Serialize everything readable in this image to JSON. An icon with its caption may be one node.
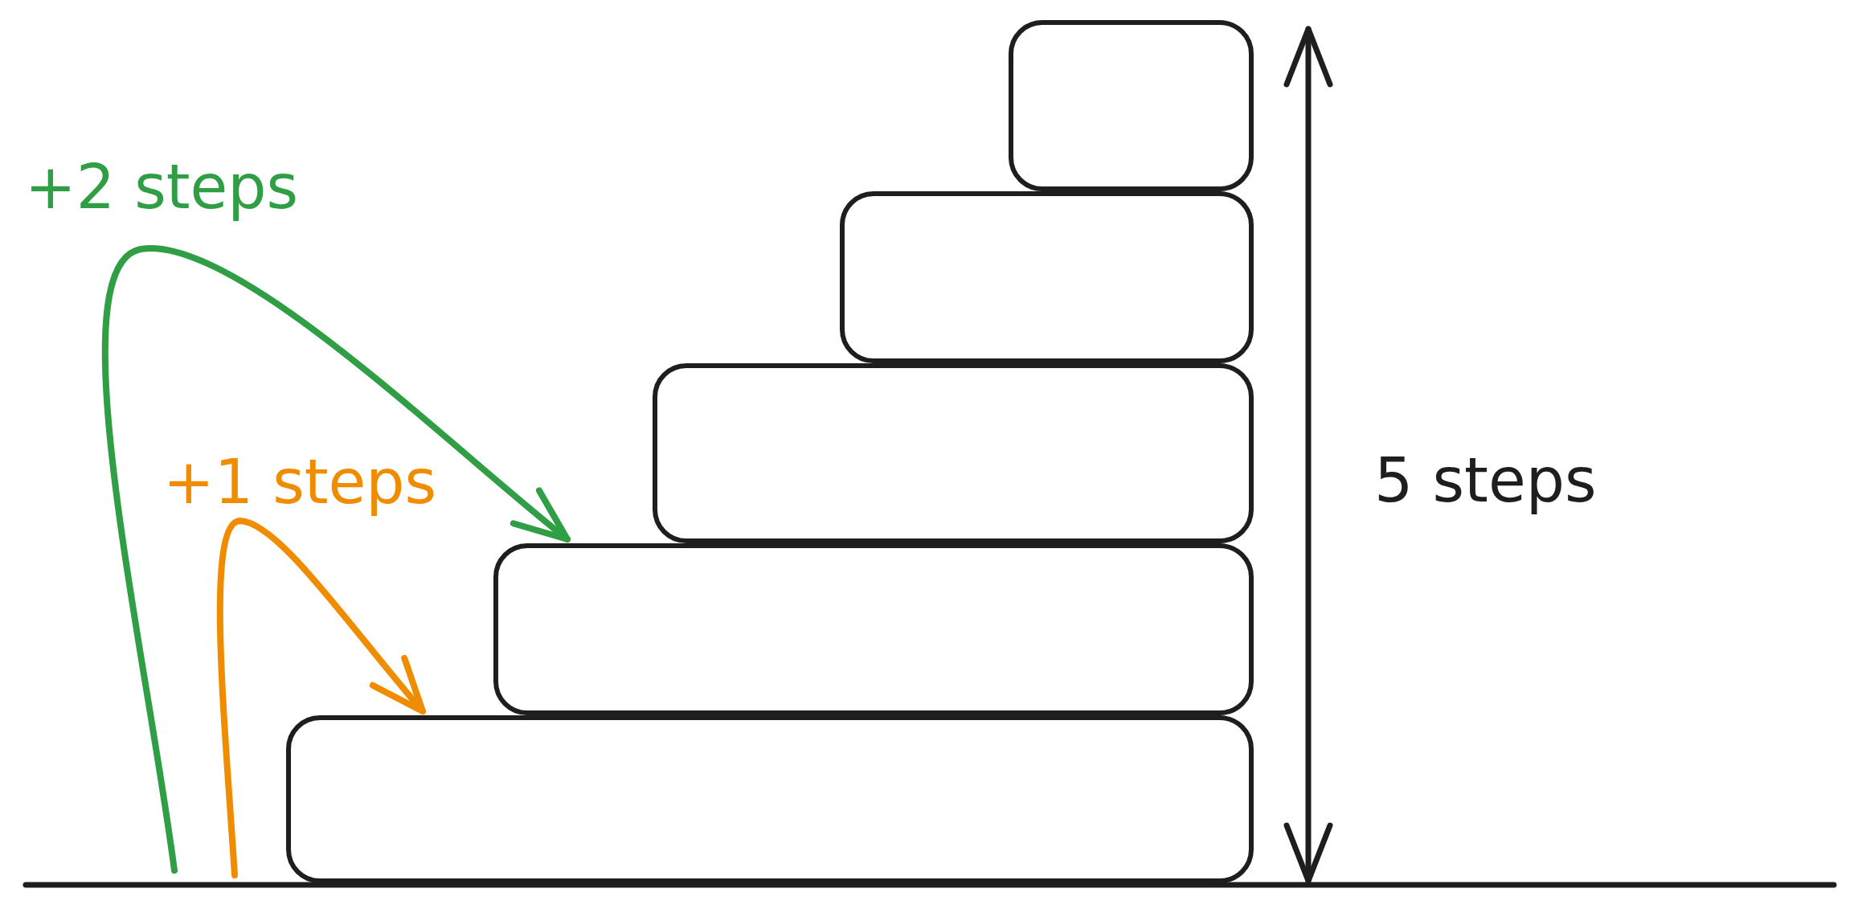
{
  "diagram": {
    "nodes": [
      {
        "text": [],
        "shape": "box"
      },
      {
        "text": [],
        "shape": "box"
      },
      {
        "text": [],
        "shape": "box"
      },
      {
        "text": [],
        "shape": "box"
      },
      {
        "text": [],
        "shape": "box"
      }
    ],
    "edges": [
      {
        "from": null,
        "to": 1,
        "arrow": "to",
        "label": "+2 steps",
        "color": "#2f9e44"
      },
      {
        "from": null,
        "to": 0,
        "arrow": "to",
        "label": "+1 steps",
        "color": "#f08c00"
      }
    ],
    "labels": [
      "5 steps"
    ]
  }
}
